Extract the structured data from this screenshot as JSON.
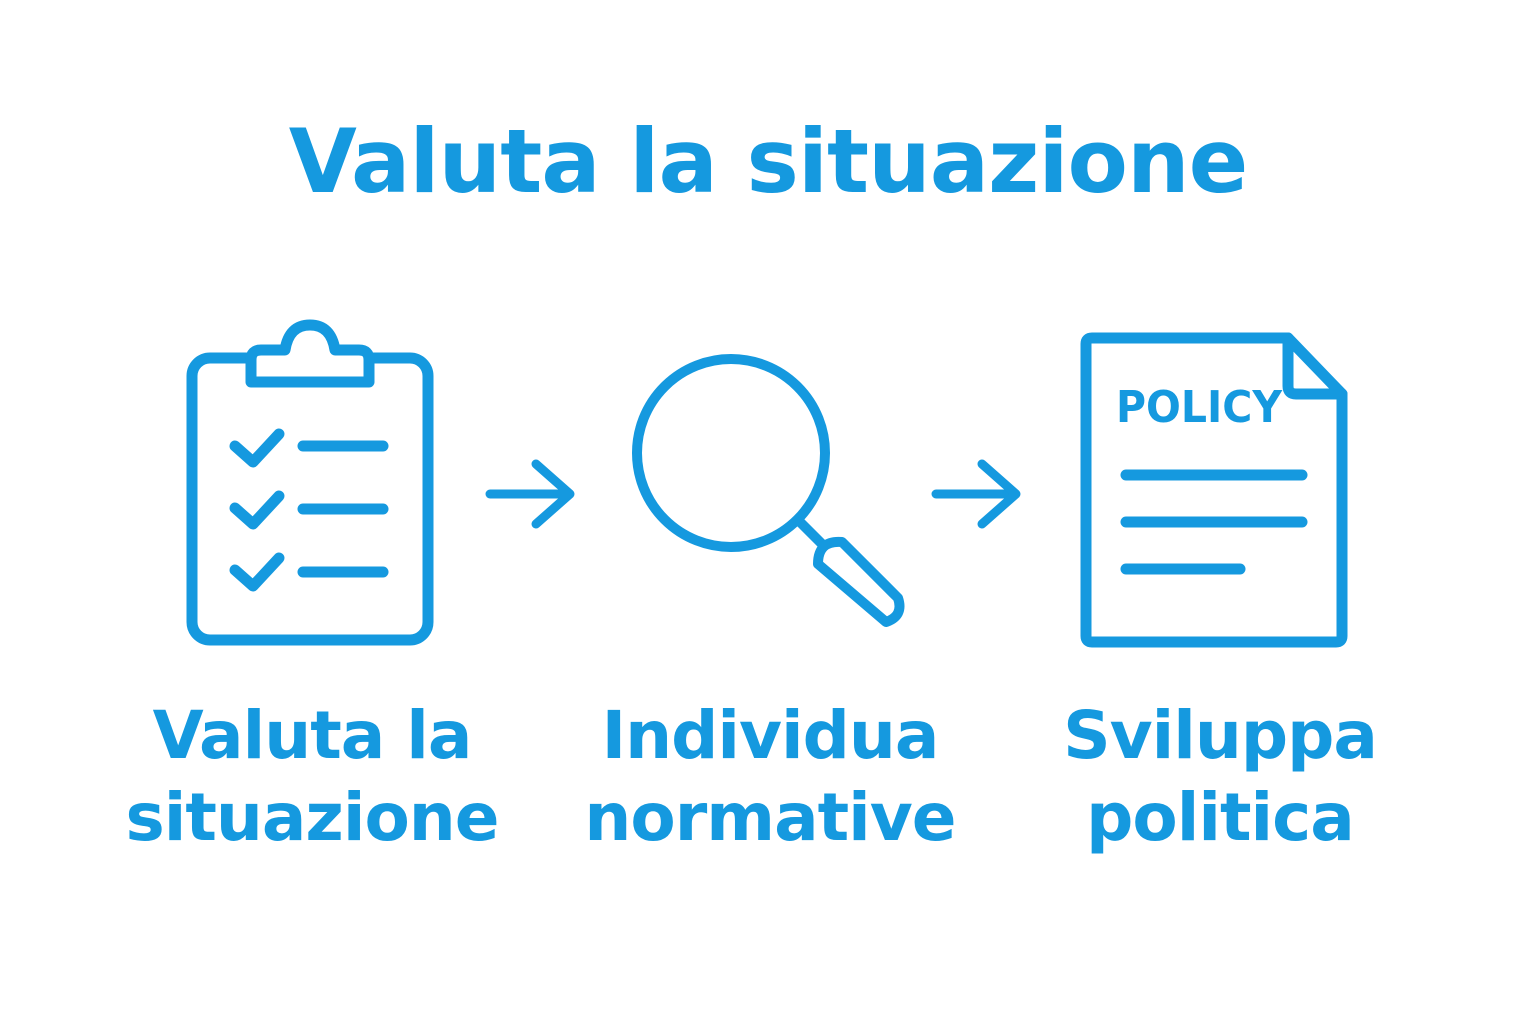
{
  "title": "Valuta la situazione",
  "accent_color": "#1599DF",
  "steps": [
    {
      "icon": "clipboard-checklist-icon",
      "label_line1": "Valuta la",
      "label_line2": "situazione"
    },
    {
      "icon": "magnifying-glass-icon",
      "label_line1": "Individua",
      "label_line2": "normative"
    },
    {
      "icon": "policy-document-icon",
      "doc_text": "POLICY",
      "label_line1": "Sviluppa",
      "label_line2": "politica"
    }
  ],
  "connectors": [
    "arrow-right-icon",
    "arrow-right-icon"
  ]
}
